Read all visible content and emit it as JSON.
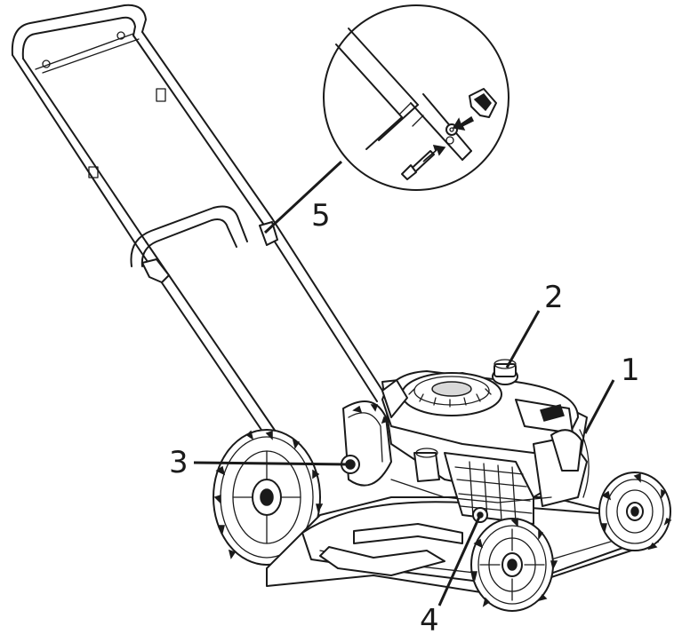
{
  "callouts": {
    "one": "1",
    "two": "2",
    "three": "3",
    "four": "4",
    "five": "5"
  },
  "colors": {
    "line": "#1a1a1a",
    "background": "#ffffff",
    "shade": "#d9d9d9"
  }
}
